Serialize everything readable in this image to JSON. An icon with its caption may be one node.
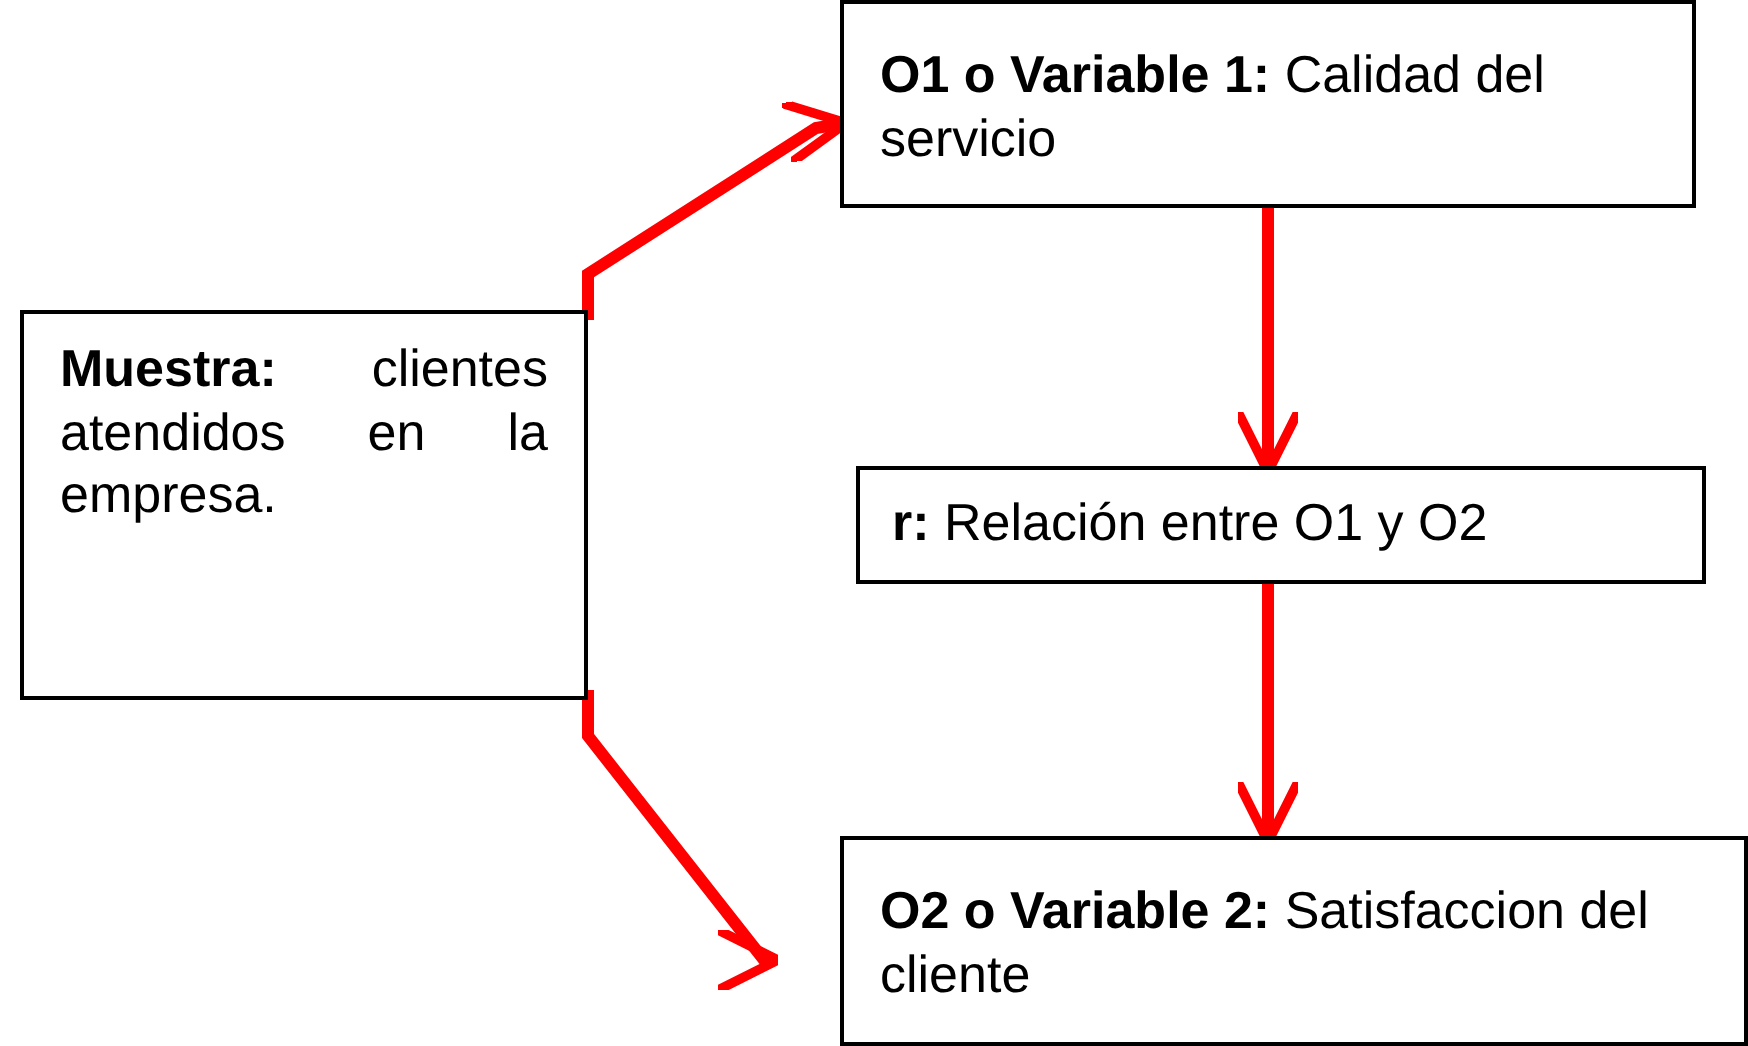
{
  "diagram": {
    "nodes": [
      {
        "text": [
          "**Muestra:** clientes atendidos en la empresa."
        ]
      },
      {
        "text": [
          "**O1 o Variable 1:** Calidad del servicio"
        ]
      },
      {
        "text": [
          "**r:** Relación entre O1 y O2"
        ]
      },
      {
        "text": [
          "**O2 o Variable 2:** Satisfaccion del cliente"
        ]
      }
    ],
    "edges": [
      {
        "from": 0,
        "to": 1,
        "arrow": "to"
      },
      {
        "from": 1,
        "to": 2,
        "arrow": "to"
      },
      {
        "from": 2,
        "to": 3,
        "arrow": "to"
      },
      {
        "from": 0,
        "to": 3,
        "arrow": "to"
      }
    ]
  }
}
